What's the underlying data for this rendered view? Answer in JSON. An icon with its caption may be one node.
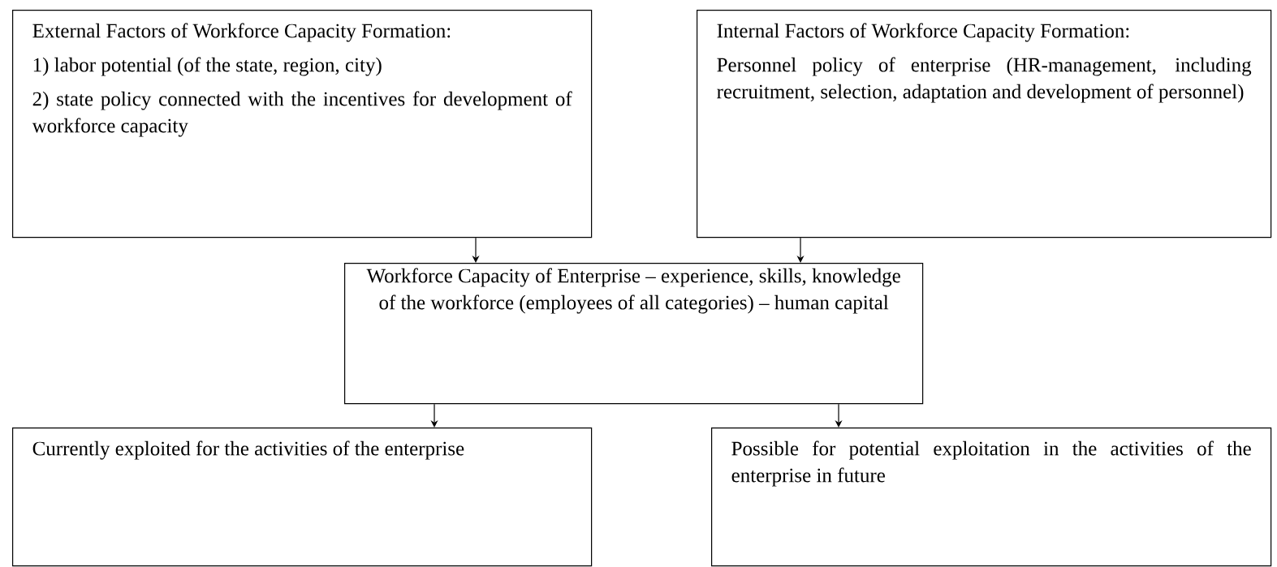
{
  "diagram": {
    "nodes": [
      {
        "text": [
          "External Factors of Workforce Capacity Formation:",
          "1) labor potential (of the state, region, city)",
          "2) state policy connected with the incentives for development of workforce capacity"
        ]
      },
      {
        "text": [
          "Internal Factors of Workforce Capacity Formation:",
          "Personnel policy of enterprise (HR-management, including recruitment, selection, adaptation and development of personnel)"
        ]
      },
      {
        "text": [
          "Workforce Capacity of Enterprise – experience, skills, knowledge of the workforce (employees of all categories) – human capital"
        ]
      },
      {
        "text": [
          "Currently exploited for the activities of the enterprise"
        ]
      },
      {
        "text": [
          "Possible for potential exploitation in the activities of the enterprise in future"
        ]
      }
    ],
    "edges": [
      {
        "from": 0,
        "to": 2,
        "arrow": "to"
      },
      {
        "from": 1,
        "to": 2,
        "arrow": "to"
      },
      {
        "from": 2,
        "to": 3,
        "arrow": "to"
      },
      {
        "from": 2,
        "to": 4,
        "arrow": "to"
      }
    ]
  }
}
